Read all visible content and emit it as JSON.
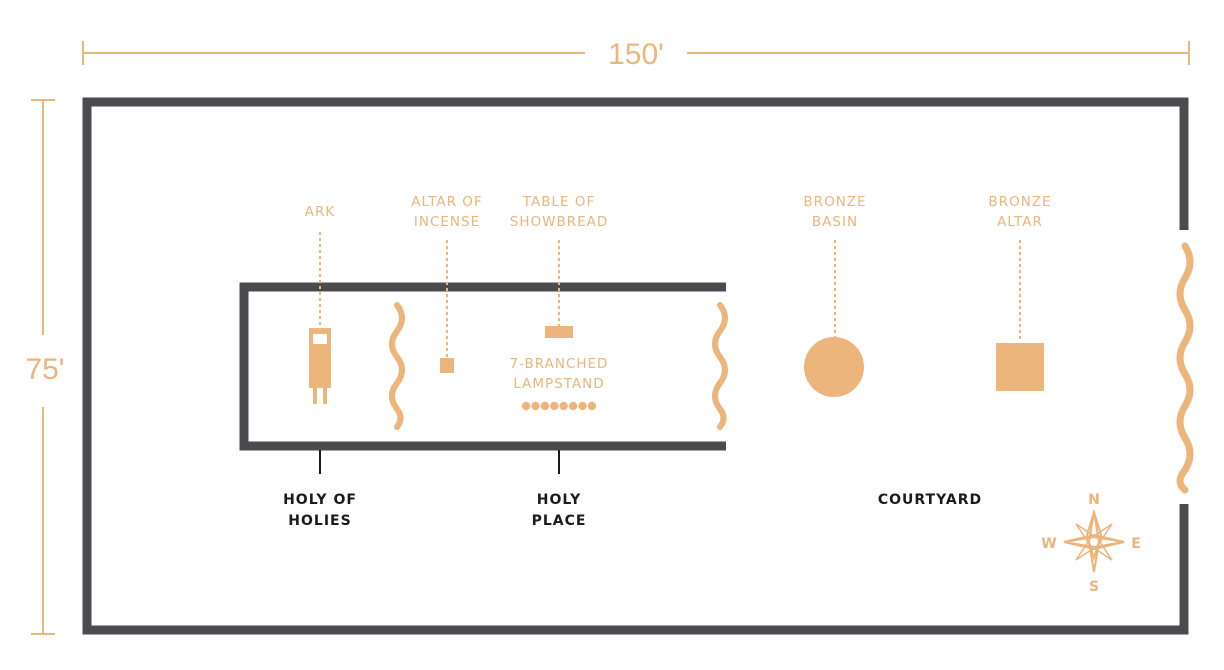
{
  "colors": {
    "accent": "#EBB57B",
    "wall": "#4B4A4F",
    "label_dark": "#1B1B1D",
    "background": "#FFFFFF"
  },
  "dimensions": {
    "width_label": "150'",
    "height_label": "75'"
  },
  "items": {
    "ark": {
      "line1": "ARK"
    },
    "altar_of_incense": {
      "line1": "ALTAR OF",
      "line2": "INCENSE"
    },
    "table_of_showbread": {
      "line1": "TABLE OF",
      "line2": "SHOWBREAD"
    },
    "lampstand": {
      "line1": "7-BRANCHED",
      "line2": "LAMPSTAND",
      "lamp_count": 8
    },
    "bronze_basin": {
      "line1": "BRONZE",
      "line2": "BASIN"
    },
    "bronze_altar": {
      "line1": "BRONZE",
      "line2": "ALTAR"
    }
  },
  "areas": {
    "holy_of_holies": {
      "line1": "HOLY OF",
      "line2": "HOLIES"
    },
    "holy_place": {
      "line1": "HOLY",
      "line2": "PLACE"
    },
    "courtyard": {
      "line1": "COURTYARD"
    }
  },
  "compass": {
    "north": "N",
    "south": "S",
    "east": "E",
    "west": "W"
  }
}
